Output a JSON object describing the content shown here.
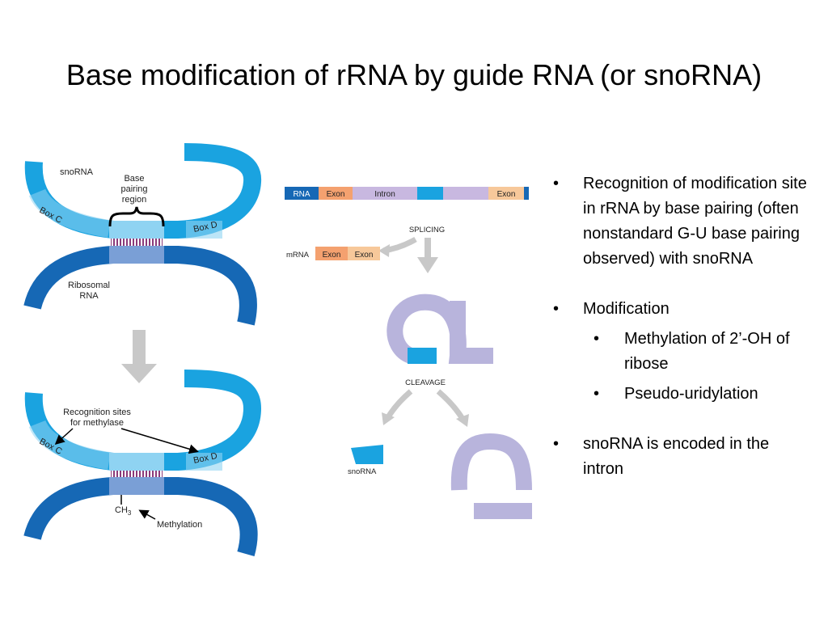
{
  "slide": {
    "title": "Base modification of rRNA by guide RNA (or snoRNA)"
  },
  "diagram_top": {
    "snorna_label": "snoRNA",
    "base_pairing_line1": "Base",
    "base_pairing_line2": "pairing",
    "base_pairing_line3": "region",
    "box_c": "Box C",
    "box_d": "Box D",
    "ribosomal_line1": "Ribosomal",
    "ribosomal_line2": "RNA"
  },
  "diagram_bottom": {
    "recognition_line1": "Recognition sites",
    "recognition_line2": "for methylase",
    "box_c": "Box C",
    "box_d": "Box D",
    "ch3": "CH",
    "ch3_sub": "3",
    "methylation": "Methylation"
  },
  "splicing": {
    "rna_label": "RNA",
    "exon1": "Exon",
    "intron": "Intron",
    "exon2": "Exon",
    "splicing_label": "SPLICING",
    "mrna_label": "mRNA",
    "mrna_exon1": "Exon",
    "mrna_exon2": "Exon",
    "cleavage_label": "CLEAVAGE",
    "snorna_label": "snoRNA"
  },
  "bullets": {
    "b1": "Recognition of modification site in rRNA by base pairing (often nonstandard G-U base pairing observed) with snoRNA",
    "b2": "Modification",
    "b2_sub1": "Methylation of 2’-OH of ribose",
    "b2_sub2": "Pseudo-uridylation",
    "b3": "snoRNA is encoded in the intron"
  },
  "colors": {
    "snorna": "#1aa3e0",
    "light_blue": "#8fd3f2",
    "rrna": "#1668b5",
    "pair_stripe": "#8b3a7a",
    "intron": "#c8b8e0",
    "exon": "#f4a16f",
    "exon_light": "#f7c89a",
    "arrow_gray": "#c8c8c8",
    "lariat": "#b8b4dc"
  }
}
